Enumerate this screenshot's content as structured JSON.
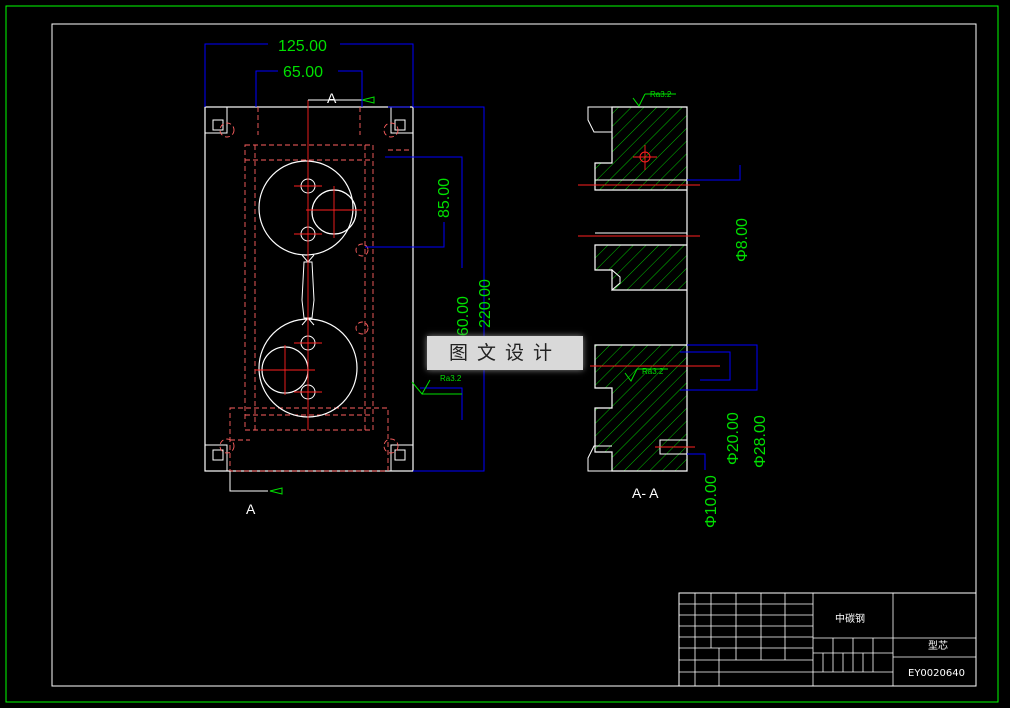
{
  "watermark": "图文设计",
  "plan_view": {
    "dims": {
      "width_overall": "125.00",
      "width_inner": "65.00",
      "height_partial": "85.00",
      "height_mid": "160.00",
      "height_overall": "220.00"
    },
    "section_label_top": "A",
    "section_label_bottom": "A",
    "roughness": "Ra3.2"
  },
  "section_view": {
    "title": "A- A",
    "roughness_top": "Ra3.2",
    "roughness_mid": "Ra3.2",
    "dims": {
      "d8": "Φ8.00",
      "d20": "Φ20.00",
      "d28": "Φ28.00",
      "d10": "Φ10.00"
    }
  },
  "title_block": {
    "material": "中碳钢",
    "part_name": "型芯",
    "drawing_no": "EY0020640"
  },
  "colors": {
    "outline": "#ffffff",
    "dimension": "#0000ff",
    "dim_text": "#00e000",
    "center": "#ff2020",
    "hidden": "#ff6060",
    "hatch": "#00c000",
    "frame_outer": "#00ff00"
  }
}
